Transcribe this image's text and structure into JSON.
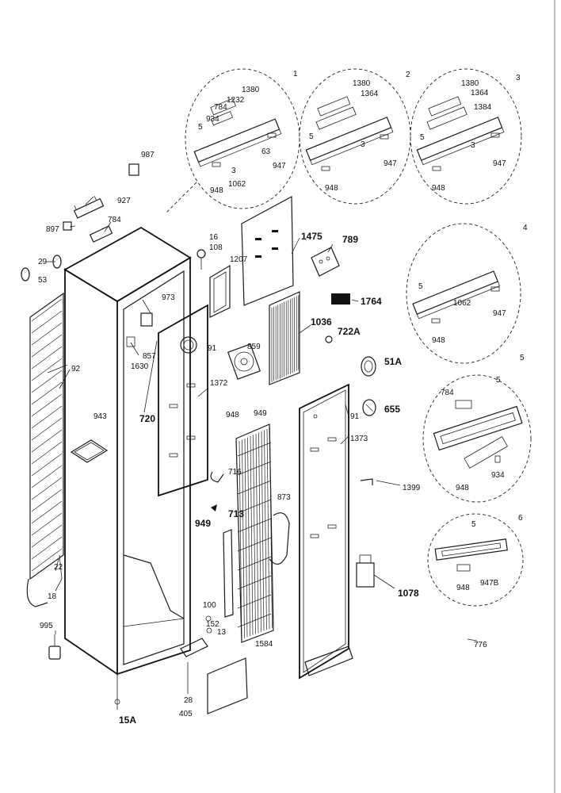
{
  "labels": {
    "group1": "1",
    "group2": "2",
    "group3": "3",
    "group4": "4",
    "group5": "5",
    "group6": "6",
    "p987": "987",
    "p927": "927",
    "p897": "897",
    "p784a": "784",
    "p29": "29",
    "p53": "53",
    "p92": "92",
    "p943": "943",
    "p22": "22",
    "p18": "18",
    "p995": "995",
    "p15A": "15A",
    "p973": "973",
    "p857": "857",
    "p1630": "1630",
    "p720": "720",
    "p1372": "1372",
    "p948c": "948",
    "p16": "16",
    "p108": "108",
    "p1207": "1207",
    "p1475": "1475",
    "p789": "789",
    "p1764": "1764",
    "p1036": "1036",
    "p722A": "722A",
    "p51A": "51A",
    "p655": "655",
    "p91a": "91",
    "p91b": "91",
    "p859": "859",
    "p949a": "949",
    "p716": "716",
    "p949b": "949",
    "p713": "713",
    "p873": "873",
    "p1373": "1373",
    "p1399": "1399",
    "p1078": "1078",
    "p100": "100",
    "p152": "152",
    "p13": "13",
    "p1584": "1584",
    "p28": "28",
    "p405": "405",
    "p776": "776",
    "g1_1380": "1380",
    "g1_1232": "1232",
    "g1_784": "784",
    "g1_934": "934",
    "g1_5": "5",
    "g1_63": "63",
    "g1_3": "3",
    "g1_947": "947",
    "g1_948": "948",
    "g1_1062": "1062",
    "g2_1380": "1380",
    "g2_1364": "1364",
    "g2_5": "5",
    "g2_3": "3",
    "g2_947": "947",
    "g2_948": "948",
    "g3_1380": "1380",
    "g3_1364": "1364",
    "g3_1384": "1384",
    "g3_5": "5",
    "g3_3": "3",
    "g3_947": "947",
    "g3_948": "948",
    "g4_5": "5",
    "g4_1062": "1062",
    "g4_947": "947",
    "g4_948": "948",
    "g5_784": "784",
    "g5_5": "5",
    "g5_948": "948",
    "g5_934": "934",
    "g6_5": "5",
    "g6_948": "948",
    "g6_947B": "947B"
  }
}
